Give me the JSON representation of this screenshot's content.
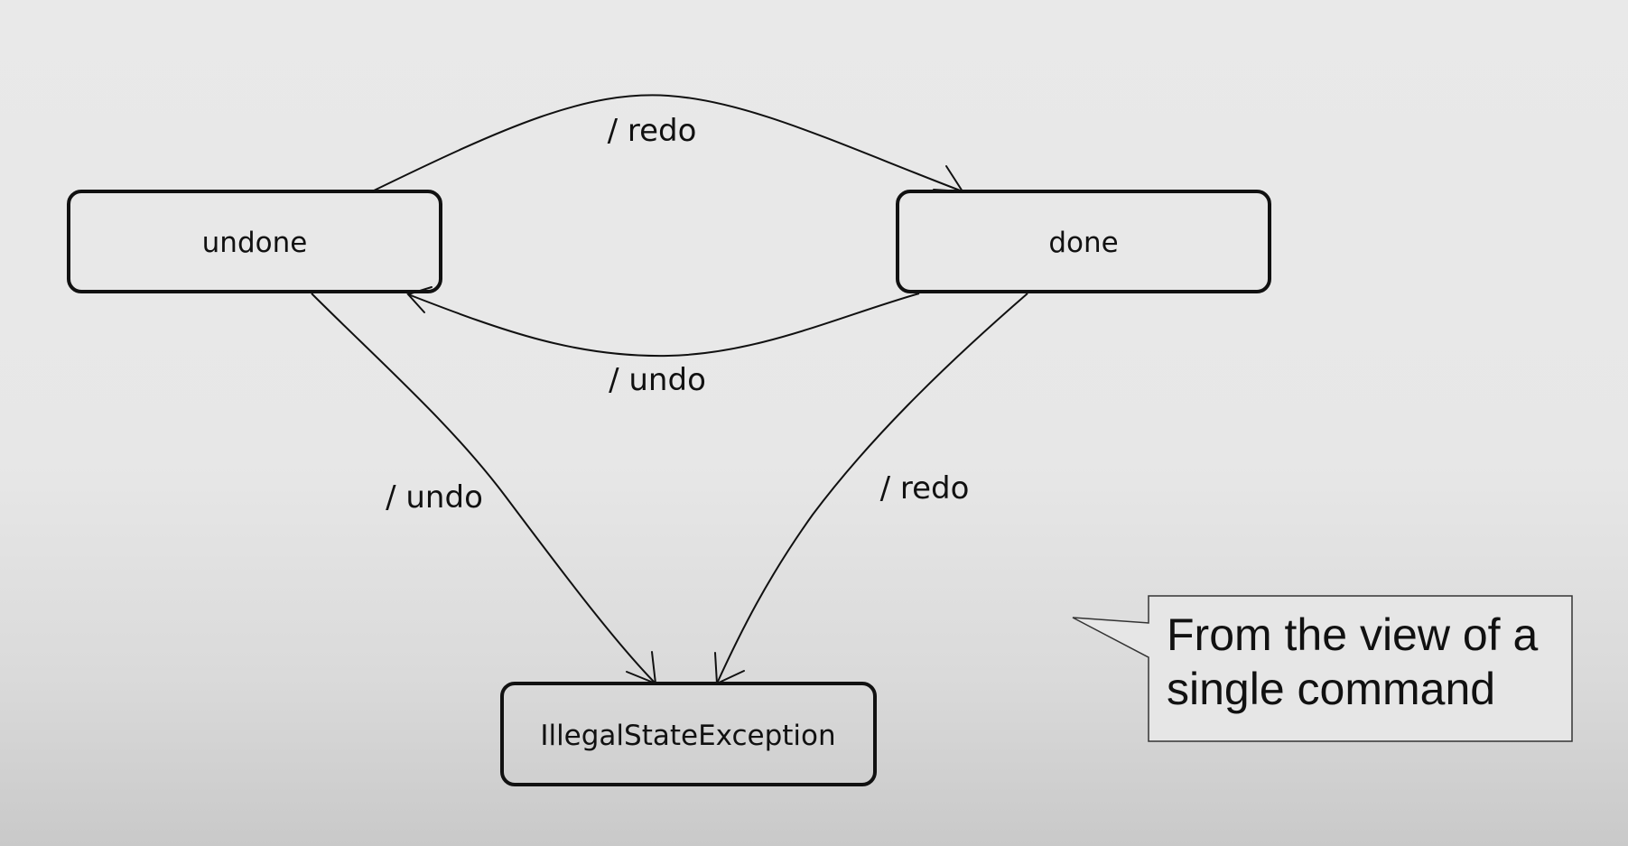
{
  "diagram": {
    "states": {
      "undone": "undone",
      "done": "done",
      "exception": "IllegalStateException"
    },
    "transitions": {
      "undone_to_done": "/ redo",
      "done_to_undone": "/ undo",
      "undone_to_exception": "/ undo",
      "done_to_exception": "/ redo"
    }
  },
  "callout": {
    "line1": "From the view of a",
    "line2": "single command"
  }
}
